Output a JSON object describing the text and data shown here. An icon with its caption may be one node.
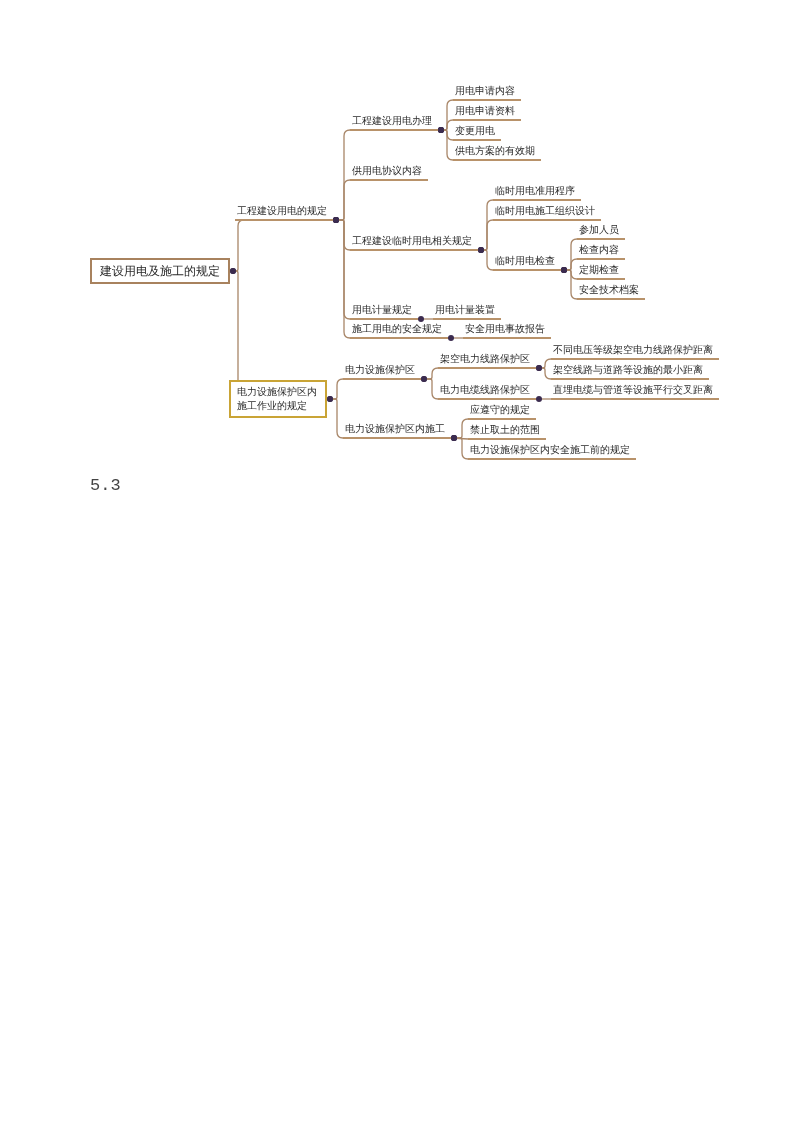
{
  "diagram": {
    "nodes": [
      {
        "text": [
          "建设用电及施工的规定"
        ]
      },
      {
        "text": [
          "工程建设用电的规定"
        ]
      },
      {
        "text": [
          "工程建设用电办理"
        ]
      },
      {
        "text": [
          "用电申请内容"
        ]
      },
      {
        "text": [
          "用电申请资料"
        ]
      },
      {
        "text": [
          "变更用电"
        ]
      },
      {
        "text": [
          "供电方案的有效期"
        ]
      },
      {
        "text": [
          "供用电协议内容"
        ]
      },
      {
        "text": [
          "工程建设临时用电相关规定"
        ]
      },
      {
        "text": [
          "临时用电准用程序"
        ]
      },
      {
        "text": [
          "临时用电施工组织设计"
        ]
      },
      {
        "text": [
          "临时用电检查"
        ]
      },
      {
        "text": [
          "参加人员"
        ]
      },
      {
        "text": [
          "检查内容"
        ]
      },
      {
        "text": [
          "定期检查"
        ]
      },
      {
        "text": [
          "安全技术档案"
        ]
      },
      {
        "text": [
          "用电计量规定"
        ]
      },
      {
        "text": [
          "用电计量装置"
        ]
      },
      {
        "text": [
          "施工用电的安全规定"
        ]
      },
      {
        "text": [
          "安全用电事故报告"
        ]
      },
      {
        "text": [
          "电力设施保护区内施工作业的规定"
        ]
      },
      {
        "text": [
          "电力设施保护区"
        ]
      },
      {
        "text": [
          "架空电力线路保护区"
        ]
      },
      {
        "text": [
          "不同电压等级架空电力线路保护距离"
        ]
      },
      {
        "text": [
          "架空线路与道路等设施的最小距离"
        ]
      },
      {
        "text": [
          "电力电缆线路保护区"
        ]
      },
      {
        "text": [
          "直埋电缆与管道等设施平行交叉距离"
        ]
      },
      {
        "text": [
          "电力设施保护区内施工"
        ]
      },
      {
        "text": [
          "应遵守的规定"
        ]
      },
      {
        "text": [
          "禁止取土的范围"
        ]
      },
      {
        "text": [
          "电力设施保护区内安全施工前的规定"
        ]
      }
    ],
    "edges": [
      {
        "from": 0,
        "to": 1,
        "arrow": "other"
      },
      {
        "from": 0,
        "to": 20,
        "arrow": "other"
      },
      {
        "from": 1,
        "to": 2,
        "arrow": "other"
      },
      {
        "from": 1,
        "to": 7,
        "arrow": "other"
      },
      {
        "from": 1,
        "to": 8,
        "arrow": "other"
      },
      {
        "from": 1,
        "to": 16,
        "arrow": "other"
      },
      {
        "from": 1,
        "to": 18,
        "arrow": "other"
      },
      {
        "from": 2,
        "to": 3,
        "arrow": "other"
      },
      {
        "from": 2,
        "to": 4,
        "arrow": "other"
      },
      {
        "from": 2,
        "to": 5,
        "arrow": "other"
      },
      {
        "from": 2,
        "to": 6,
        "arrow": "other"
      },
      {
        "from": 8,
        "to": 9,
        "arrow": "other"
      },
      {
        "from": 8,
        "to": 10,
        "arrow": "other"
      },
      {
        "from": 8,
        "to": 11,
        "arrow": "other"
      },
      {
        "from": 11,
        "to": 12,
        "arrow": "other"
      },
      {
        "from": 11,
        "to": 13,
        "arrow": "other"
      },
      {
        "from": 11,
        "to": 14,
        "arrow": "other"
      },
      {
        "from": 11,
        "to": 15,
        "arrow": "other"
      },
      {
        "from": 16,
        "to": 17,
        "arrow": "other"
      },
      {
        "from": 18,
        "to": 19,
        "arrow": "other"
      },
      {
        "from": 20,
        "to": 21,
        "arrow": "other"
      },
      {
        "from": 20,
        "to": 27,
        "arrow": "other"
      },
      {
        "from": 21,
        "to": 22,
        "arrow": "other"
      },
      {
        "from": 21,
        "to": 25,
        "arrow": "other"
      },
      {
        "from": 22,
        "to": 23,
        "arrow": "other"
      },
      {
        "from": 22,
        "to": 24,
        "arrow": "other"
      },
      {
        "from": 25,
        "to": 26,
        "arrow": "other"
      },
      {
        "from": 27,
        "to": 28,
        "arrow": "other"
      },
      {
        "from": 27,
        "to": 29,
        "arrow": "other"
      },
      {
        "from": 27,
        "to": 30,
        "arrow": "other"
      }
    ],
    "labels": [
      "5.3"
    ]
  }
}
